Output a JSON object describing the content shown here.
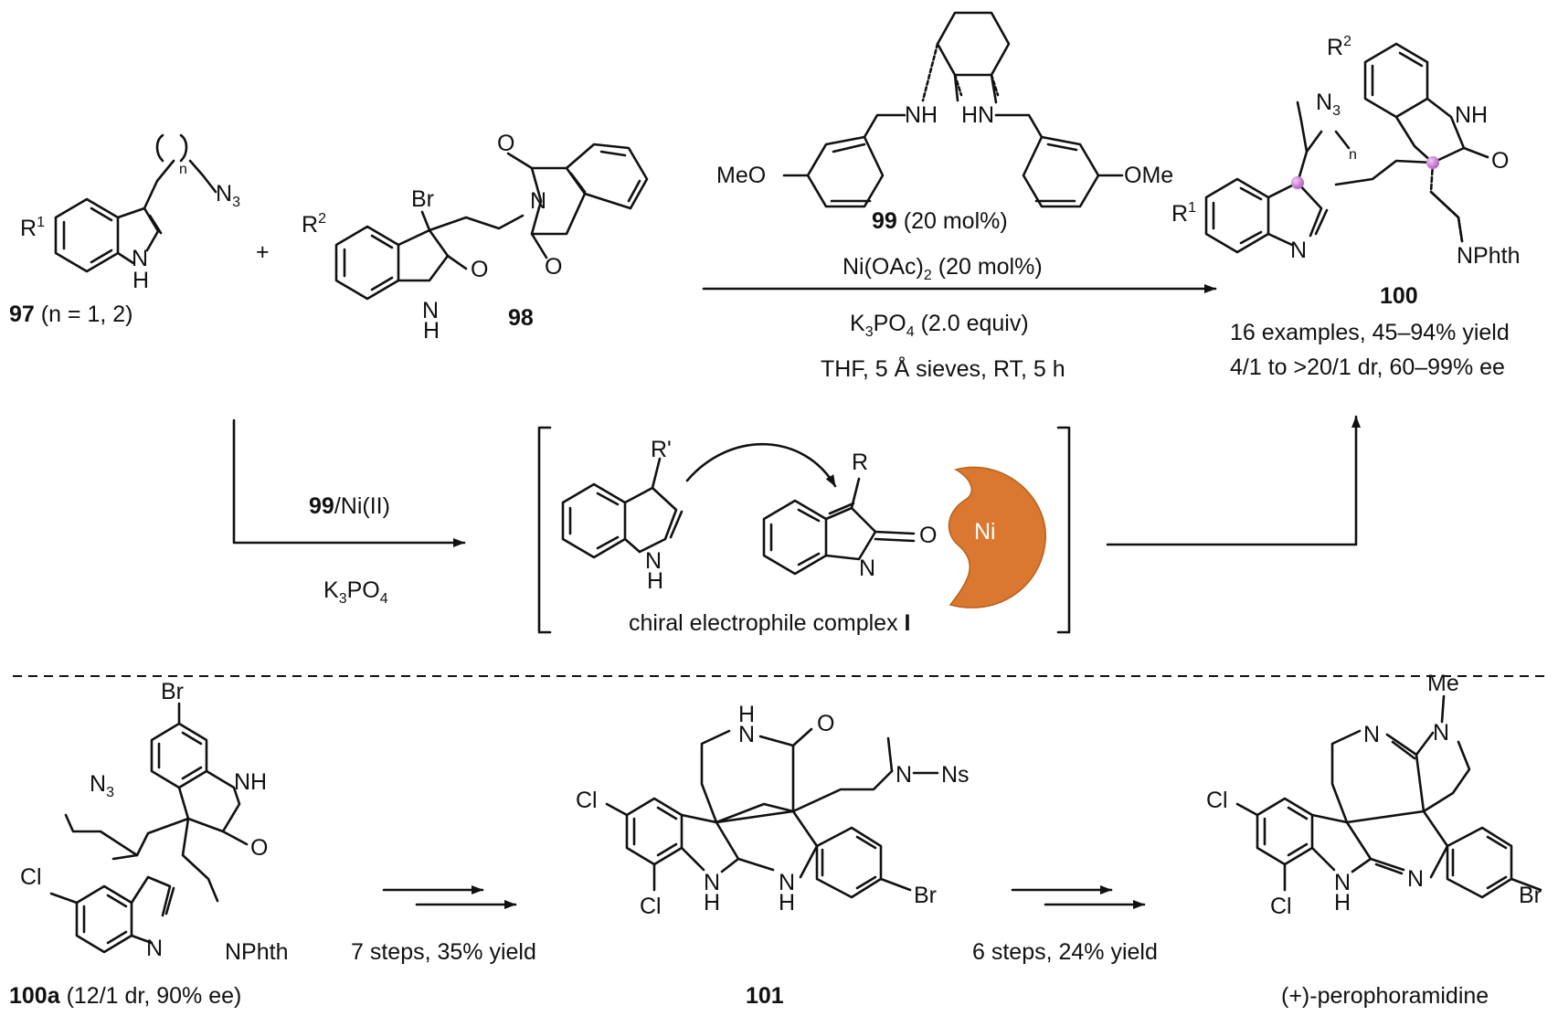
{
  "compound_97": {
    "label_num": "97",
    "label_rest": " (n = 1, 2)",
    "atoms": {
      "r": "R",
      "r_sup": "1",
      "nh_n": "N",
      "nh_h": "H",
      "n_sub": "n",
      "n3": "N",
      "n3_sub": "3"
    }
  },
  "plus": "+",
  "compound_98": {
    "label_num": "98",
    "atoms": {
      "br": "Br",
      "r": "R",
      "r_sup": "2",
      "o1": "O",
      "o2": "O",
      "o3": "O",
      "n_imide": "N",
      "nh_n": "N",
      "nh_h": "H"
    }
  },
  "catalyst_99": {
    "atoms": {
      "nh_left": "NH",
      "hn_right": "HN",
      "meo": "MeO",
      "ome": "OMe"
    }
  },
  "conditions_top": {
    "line1_num": "99",
    "line1_rest": " (20 mol%)",
    "line2_a": "Ni(OAc)",
    "line2_sub": "2",
    "line2_b": " (20 mol%)",
    "line3_a": "K",
    "line3_sub1": "3",
    "line3_b": "PO",
    "line3_sub2": "4",
    "line3_c": " (2.0 equiv)",
    "line4": "THF, 5 Å sieves, RT, 5 h"
  },
  "product_100": {
    "label_num": "100",
    "line1": "16 examples, 45–94% yield",
    "line2": "4/1 to >20/1 dr, 60–99% ee",
    "atoms": {
      "r2": "R",
      "r2_sup": "2",
      "n3": "N",
      "n3_sub": "3",
      "n_sub": "n",
      "nh": "NH",
      "o": "O",
      "r1": "R",
      "r1_sup": "1",
      "n": "N",
      "nphth": "NPhth"
    }
  },
  "conditions_lower": {
    "line1_num": "99",
    "line1_rest": "/Ni(II)",
    "line2_a": "K",
    "line2_sub1": "3",
    "line2_b": "PO",
    "line2_sub2": "4"
  },
  "intermediate": {
    "caption": "chiral electrophile complex ",
    "caption_bold": "I",
    "atoms": {
      "rprime": "R'",
      "nh_n": "N",
      "nh_h": "H",
      "r": "R",
      "o": "O",
      "n": "N",
      "ni": "Ni"
    },
    "ni_color": "#d9782e"
  },
  "compound_100a": {
    "label_num": "100a",
    "label_rest": " (12/1 dr, 90% ee)",
    "atoms": {
      "br": "Br",
      "n3": "N",
      "n3_sub": "3",
      "nh": "NH",
      "o": "O",
      "cl": "Cl",
      "n": "N",
      "nphth": "NPhth"
    }
  },
  "step1": "7 steps, 35% yield",
  "compound_101": {
    "label_num": "101",
    "atoms": {
      "n_amide": "N",
      "h_amide": "H",
      "o": "O",
      "n_ns": "N",
      "ns": "Ns",
      "cl1": "Cl",
      "cl2": "Cl",
      "nh1_n": "N",
      "nh1_h": "H",
      "nh2_n": "N",
      "nh2_h": "H",
      "br": "Br"
    }
  },
  "step2": "6 steps, 24% yield",
  "perophoramidine": {
    "label": "(+)-perophoramidine",
    "atoms": {
      "me": "Me",
      "n_me": "N",
      "n_amidine": "N",
      "cl1": "Cl",
      "cl2": "Cl",
      "nh_n": "N",
      "nh_h": "H",
      "n_ring": "N",
      "br": "Br"
    }
  },
  "colors": {
    "stereo_dot": "#c06cc8",
    "ni_shape": "#d9782e"
  }
}
